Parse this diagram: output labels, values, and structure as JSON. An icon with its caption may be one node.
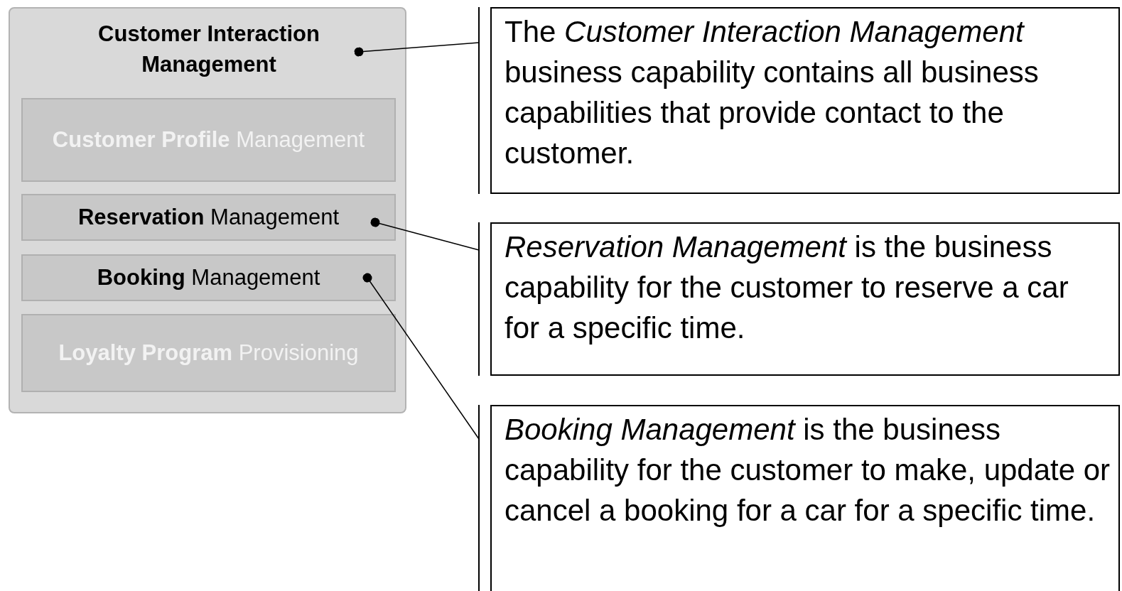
{
  "diagram": {
    "nodes": [
      {
        "text": [
          "Customer Interaction Management"
        ]
      },
      {
        "text": [
          "**Customer Profile** Management"
        ],
        "in": 0
      },
      {
        "text": [
          "**Reservation** Management"
        ],
        "in": 0
      },
      {
        "text": [
          "**Booking** Management"
        ],
        "in": 0
      },
      {
        "text": [
          "**Loyalty Program** Provisioning"
        ],
        "in": 0
      },
      {
        "text": [
          "The *Customer Interaction Management* business capability contains all business capabilities that provide contact to the customer."
        ]
      },
      {
        "text": [
          "*Reservation Management* is the business capability for the customer to reserve a car for a specific time."
        ]
      },
      {
        "text": [
          "*Booking Management* is the business capability for the customer to make, update or cancel a booking for a car for a specific time."
        ]
      }
    ],
    "edges": [
      {
        "from": 5,
        "to": 0,
        "arrow": "other"
      },
      {
        "from": 6,
        "to": 2,
        "arrow": "other"
      },
      {
        "from": 7,
        "to": 3,
        "arrow": "other"
      }
    ]
  }
}
